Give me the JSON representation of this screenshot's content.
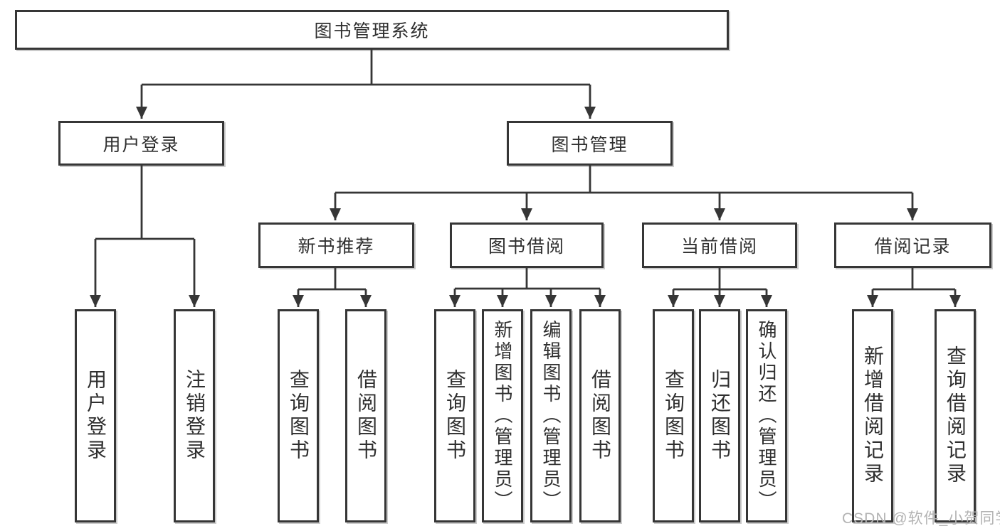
{
  "colors": {
    "line": "#363636",
    "text": "#2f2f2f",
    "node_fill": "#ffffff",
    "background": "#ffffff",
    "watermark": "#b3b3b3"
  },
  "tree": {
    "root": {
      "label": "图书管理系统",
      "children": [
        {
          "label": "用户登录",
          "children": [
            {
              "label": "用户登录"
            },
            {
              "label": "注销登录"
            }
          ]
        },
        {
          "label": "图书管理",
          "children": [
            {
              "label": "新书推荐",
              "children": [
                {
                  "label": "查询图书"
                },
                {
                  "label": "借阅图书"
                }
              ]
            },
            {
              "label": "图书借阅",
              "children": [
                {
                  "label": "查询图书"
                },
                {
                  "label": "新增图书（管理员）"
                },
                {
                  "label": "编辑图书（管理员）"
                },
                {
                  "label": "借阅图书"
                }
              ]
            },
            {
              "label": "当前借阅",
              "children": [
                {
                  "label": "查询图书"
                },
                {
                  "label": "归还图书"
                },
                {
                  "label": "确认归还（管理员）"
                }
              ]
            },
            {
              "label": "借阅记录",
              "children": [
                {
                  "label": "新增借阅记录"
                },
                {
                  "label": "查询借阅记录"
                }
              ]
            }
          ]
        }
      ]
    }
  },
  "watermark": {
    "text": "CSDN @软件_小贺同学"
  }
}
